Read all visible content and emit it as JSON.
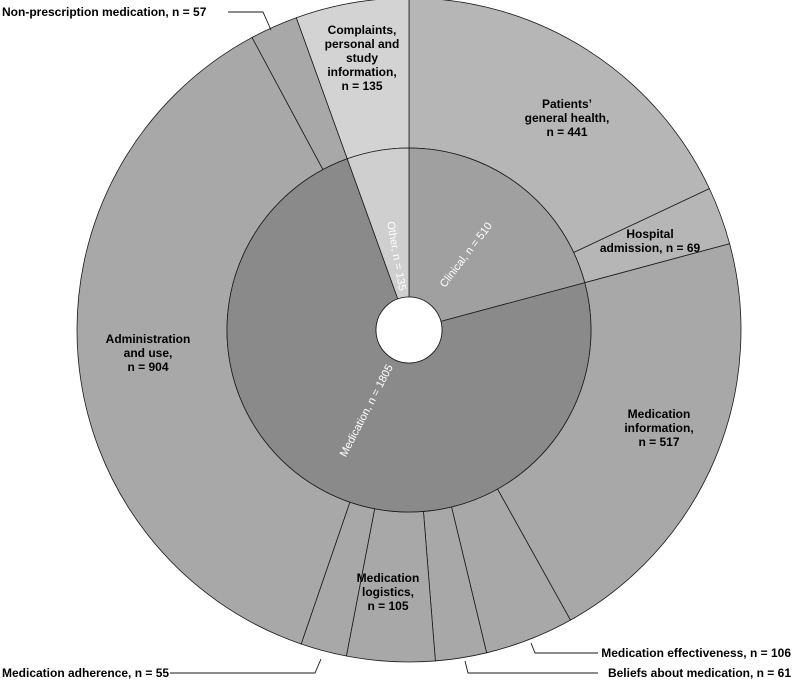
{
  "chart_data": {
    "type": "sunburst",
    "colors": {
      "inner_medication": "#8a8a8a",
      "inner_clinical": "#a0a0a0",
      "inner_other": "#cfcfcf",
      "outer_medication": "#a8a8a8",
      "outer_clinical": "#b6b6b6",
      "outer_other": "#d3d3d3",
      "edge": "#1a1a1a",
      "hole": "#ffffff"
    },
    "inner": [
      {
        "name": "Clinical",
        "label": "Clinical, n = 510",
        "value": 510,
        "color_key": "inner_clinical"
      },
      {
        "name": "Medication",
        "label": "Medication, n = 1805",
        "value": 1805,
        "color_key": "inner_medication"
      },
      {
        "name": "Other",
        "label": "Other, n = 135",
        "value": 135,
        "color_key": "inner_other"
      }
    ],
    "outer": [
      {
        "name": "Patients' general health",
        "lines": [
          "Patients’",
          "general health,",
          "n = 441"
        ],
        "value": 441,
        "parent": "Clinical",
        "label_mode": "inside",
        "color_key": "outer_clinical"
      },
      {
        "name": "Hospital admission",
        "lines": [
          "Hospital",
          "admission, n = 69"
        ],
        "value": 69,
        "parent": "Clinical",
        "label_mode": "inside",
        "color_key": "outer_clinical"
      },
      {
        "name": "Medication information",
        "lines": [
          "Medication",
          "information,",
          "n = 517"
        ],
        "value": 517,
        "parent": "Medication",
        "label_mode": "inside",
        "color_key": "outer_medication"
      },
      {
        "name": "Medication effectiveness",
        "lines": [
          "Medication effectiveness, n = 106"
        ],
        "value": 106,
        "parent": "Medication",
        "label_mode": "external",
        "color_key": "outer_medication"
      },
      {
        "name": "Beliefs about medication",
        "lines": [
          "Beliefs about medication, n = 61"
        ],
        "value": 61,
        "parent": "Medication",
        "label_mode": "external",
        "color_key": "outer_medication"
      },
      {
        "name": "Medication logistics",
        "lines": [
          "Medication",
          "logistics,",
          "n = 105"
        ],
        "value": 105,
        "parent": "Medication",
        "label_mode": "inside",
        "color_key": "outer_medication"
      },
      {
        "name": "Medication adherence",
        "lines": [
          "Medication adherence, n = 55"
        ],
        "value": 55,
        "parent": "Medication",
        "label_mode": "external",
        "color_key": "outer_medication"
      },
      {
        "name": "Administration and use",
        "lines": [
          "Administration",
          "and use,",
          "n = 904"
        ],
        "value": 904,
        "parent": "Medication",
        "label_mode": "inside",
        "color_key": "outer_medication"
      },
      {
        "name": "Non-prescription medication",
        "lines": [
          "Non-prescription medication, n = 57"
        ],
        "value": 57,
        "parent": "Medication",
        "label_mode": "external",
        "color_key": "outer_medication"
      },
      {
        "name": "Complaints, personal and study information",
        "lines": [
          "Complaints,",
          "personal and",
          "study",
          "information,",
          "n = 135"
        ],
        "value": 135,
        "parent": "Other",
        "label_mode": "inside",
        "color_key": "outer_other"
      }
    ]
  }
}
